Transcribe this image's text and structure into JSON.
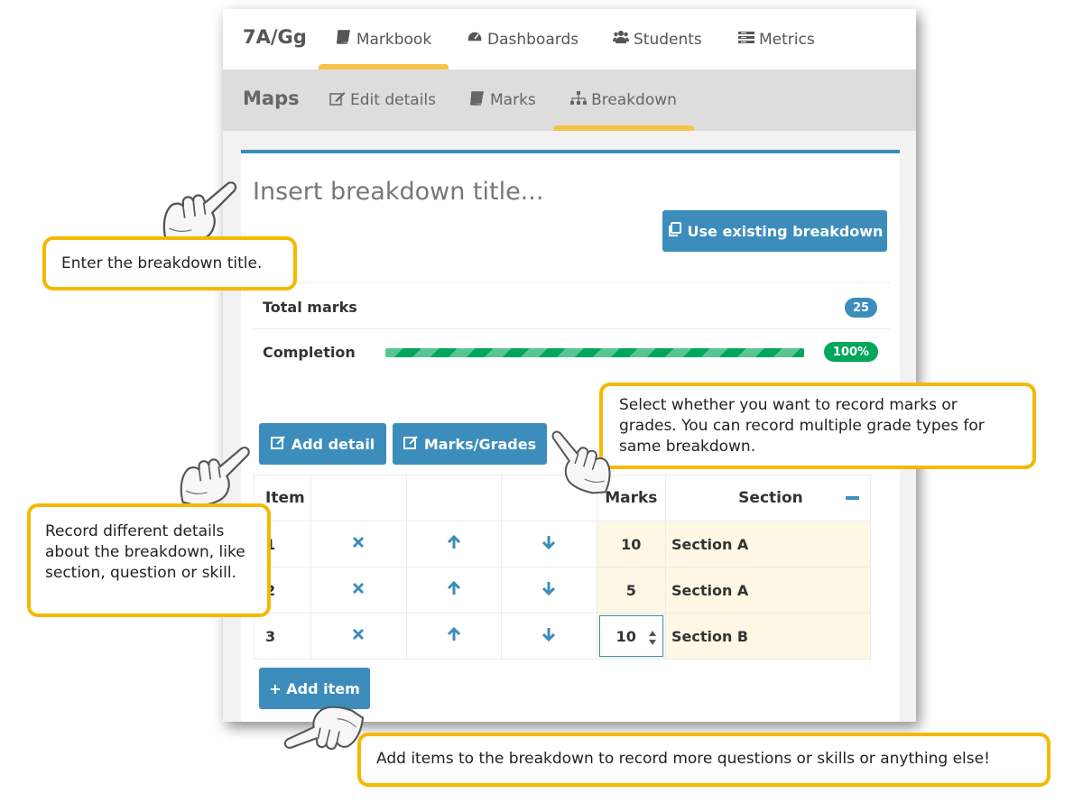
{
  "topnav": {
    "brand": "7A/Gg",
    "items": [
      {
        "label": "Markbook",
        "icon": "book-icon"
      },
      {
        "label": "Dashboards",
        "icon": "dashboard-icon"
      },
      {
        "label": "Students",
        "icon": "users-icon"
      },
      {
        "label": "Metrics",
        "icon": "list-icon"
      }
    ],
    "active": "Markbook"
  },
  "subnav": {
    "brand": "Maps",
    "items": [
      {
        "label": "Edit details",
        "icon": "edit-icon"
      },
      {
        "label": "Marks",
        "icon": "book-icon"
      },
      {
        "label": "Breakdown",
        "icon": "sitemap-icon"
      }
    ],
    "active": "Breakdown"
  },
  "breakdown": {
    "title_placeholder": "Insert breakdown title...",
    "use_existing_label": "Use existing breakdown",
    "total_marks_label": "Total marks",
    "total_marks_value": "25",
    "completion_label": "Completion",
    "completion_value": "100%",
    "completion_fraction": 1.0,
    "add_detail_label": "Add detail",
    "marks_grades_label": "Marks/Grades",
    "add_item_label": "+ Add item"
  },
  "table": {
    "headers": {
      "item": "Item",
      "marks": "Marks",
      "section": "Section"
    },
    "rows": [
      {
        "item": "1",
        "marks": "10",
        "section": "Section A"
      },
      {
        "item": "2",
        "marks": "5",
        "section": "Section A"
      },
      {
        "item": "3",
        "marks": "10",
        "section": "Section B"
      }
    ]
  },
  "callouts": {
    "title": "Enter the breakdown title.",
    "marks_grades": "Select whether you want to record marks or grades. You can record multiple grade types for same breakdown.",
    "details": "Record different details about the breakdown, like section, question or skill.",
    "add_items": "Add items to the breakdown to record more questions or skills or anything else!"
  },
  "colors": {
    "primary": "#3c8dbc",
    "success": "#00a65a",
    "accent": "#f5b800",
    "tab_indicator": "#f6c344"
  }
}
